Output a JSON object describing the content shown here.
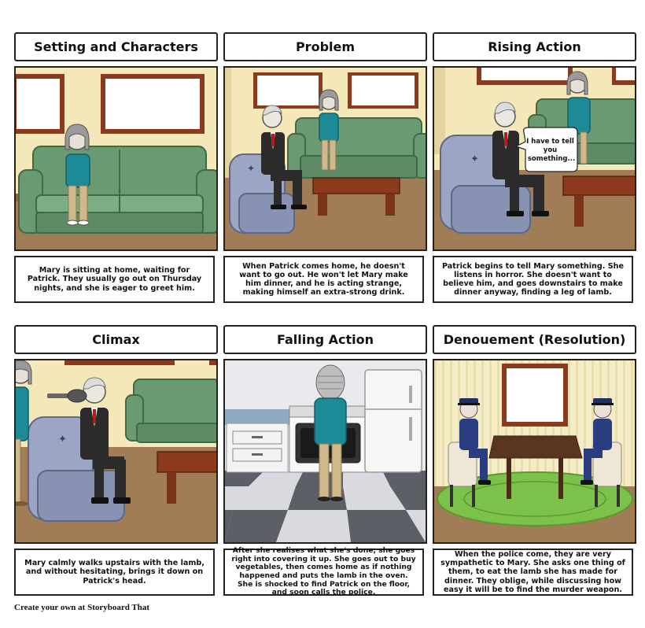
{
  "panels": [
    {
      "title": "Setting and Characters",
      "caption": "Mary is sitting at home, waiting for Patrick. They usually go out on Thursday nights, and she is eager to greet him."
    },
    {
      "title": "Problem",
      "caption": "When Patrick comes home, he doesn't want to go out. He won't let Mary make him dinner, and he is acting strange, making himself an extra-strong drink."
    },
    {
      "title": "Rising Action",
      "caption": "Patrick begins to tell Mary something. She listens in horror.  She doesn't want to believe him, and goes downstairs to make dinner anyway, finding a leg of lamb.",
      "speech": [
        "I have to tell",
        "you",
        "something..."
      ]
    },
    {
      "title": "Climax",
      "caption": "Mary calmly walks upstairs with the lamb, and without hesitating, brings it down on Patrick's head."
    },
    {
      "title": "Falling Action",
      "caption": "After she realises what she's done, she goes right into covering it up. She goes out to buy vegetables, then comes home as if nothing happened and puts the lamb in the oven. She is shocked to find Patrick on the floor, and soon calls the police."
    },
    {
      "title": "Denouement (Resolution)",
      "caption": "When the police come, they are very sympathetic to Mary. She asks one thing of them, to eat the lamb she has made for dinner. They oblige, while discussing how easy it will be to find the murder weapon."
    }
  ],
  "footer": "Create your own at Storyboard That",
  "colors": {
    "wall": "#f4e7b8",
    "floor": "#a07c57",
    "sofa": "#6a9a72",
    "armchair": "#9aa6c4",
    "table": "#8b3a1e",
    "mary_shirt": "#1d8a98",
    "suit": "#2b2b2b",
    "police": "#2a3d80",
    "rug": "#7cc24a"
  }
}
